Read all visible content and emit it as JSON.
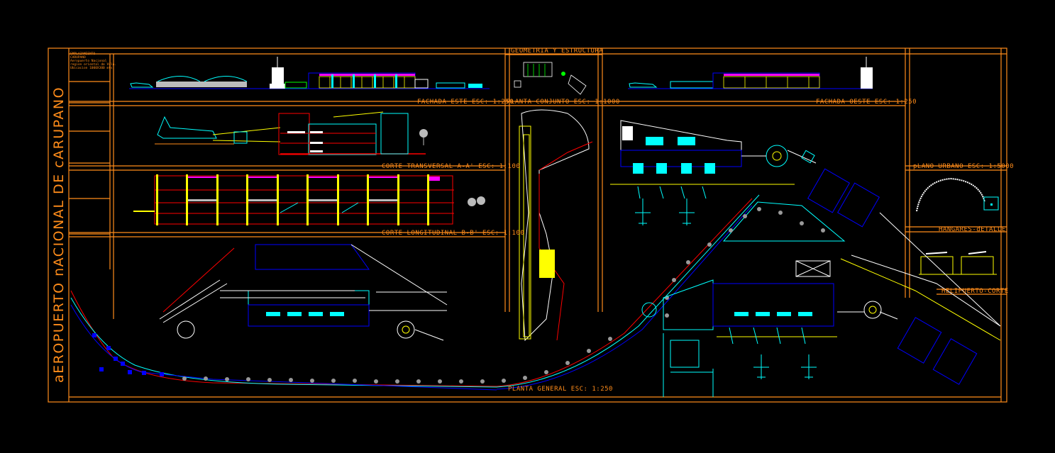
{
  "drawing": {
    "main_title": "aEROPUERTO nACIONAL DE cARUPANO",
    "notes": [
      "EMPLAZAMIENTO",
      "CARUPANO",
      "Aeropuerto Nacional",
      "region oriental de Vzla.",
      "Ubicacion 1000X300 mts"
    ],
    "labels": {
      "geometria": "GEOMETRIA Y ESTRUCTURA",
      "fachada_este": "FACHADA ESTE ESC: 1:250",
      "planta_conjunto": "PLANTA CONJUNTO ESC: 1:1000",
      "fachada_oeste": "FACHADA OESTE ESC: 1:250",
      "corte_transversal": "CORTE TRANSVERSAL A-A' ESC: 1:100",
      "corte_longitudinal": "CORTE LONGITUDINAL B-B' ESC: 1:100",
      "plano_urbano": "pLANO URBANO ESC: 1:5000",
      "hangares": "HANGARES-dETALLE",
      "helipuerto": "HELIPUERTO-CORTE",
      "planta_general": "PLANTA GENERAL ESC: 1:250"
    },
    "colors": {
      "background": "#000000",
      "frame": "#ff8c1a",
      "cyan": "#00ffff",
      "yellow": "#ffff00",
      "red": "#ff0000",
      "blue": "#0000ff",
      "magenta": "#ff00ff",
      "green": "#00ff00",
      "white": "#ffffff",
      "gray": "#9a9a9a"
    }
  }
}
